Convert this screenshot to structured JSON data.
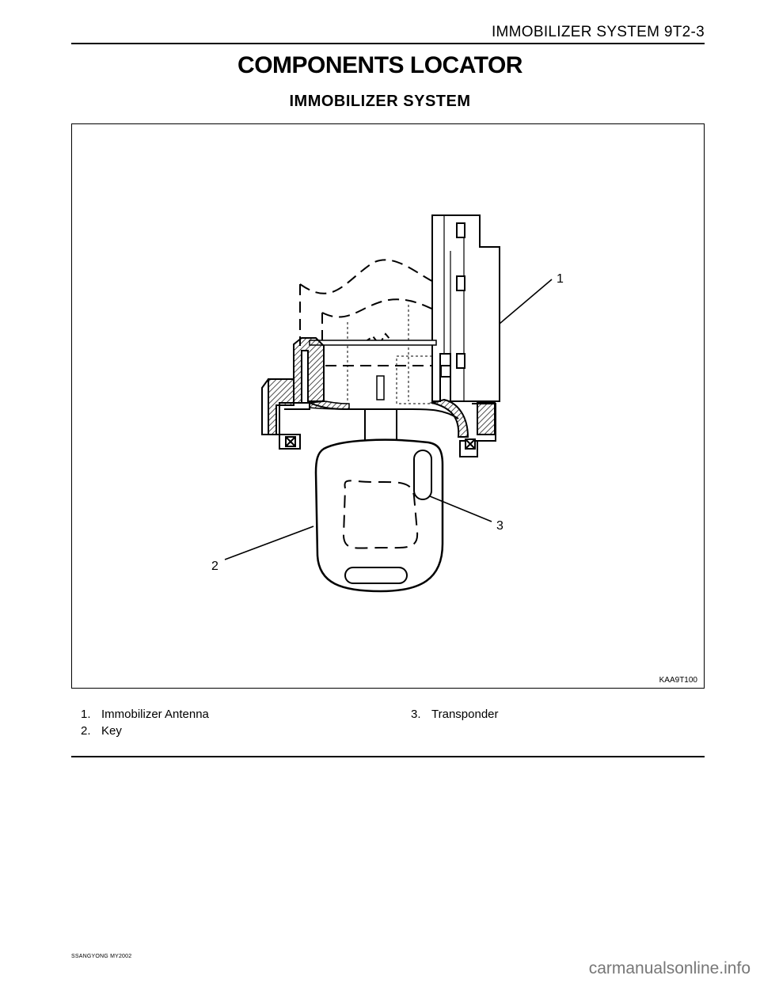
{
  "header": {
    "title": "IMMOBILIZER SYSTEM  9T2-3"
  },
  "page": {
    "title": "COMPONENTS LOCATOR",
    "section": "IMMOBILIZER  SYSTEM"
  },
  "figure": {
    "code": "KAA9T100",
    "callouts": [
      "1",
      "2",
      "3"
    ]
  },
  "legend": {
    "left": [
      {
        "num": "1.",
        "label": "Immobilizer Antenna"
      },
      {
        "num": "2.",
        "label": "Key"
      }
    ],
    "right": [
      {
        "num": "3.",
        "label": "Transponder"
      }
    ]
  },
  "footer": {
    "brand": "SSANGYONG  MY2002",
    "watermark": "carmanualsonline.info"
  }
}
